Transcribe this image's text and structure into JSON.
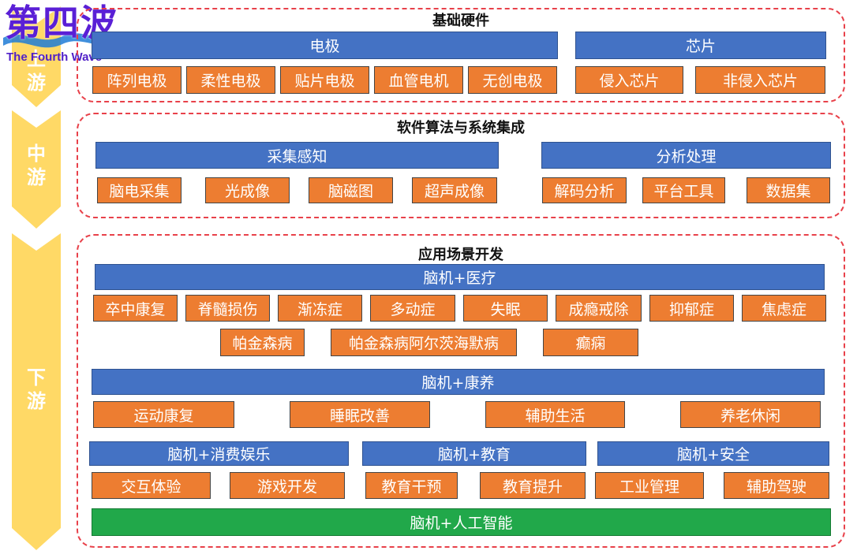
{
  "logo": {
    "cn": "第四波",
    "en": "The Fourth Wave",
    "brand_color": "#5a1fd6"
  },
  "colors": {
    "blue": "#4472c4",
    "orange": "#ed7d31",
    "green": "#21a84a",
    "stage": "#ffd966",
    "dash": "#e8414a"
  },
  "stages": [
    {
      "label": "上游"
    },
    {
      "label": "中游"
    },
    {
      "label": "下游"
    }
  ],
  "upstream": {
    "title": "基础硬件",
    "groups": [
      {
        "label": "电极",
        "items": [
          "阵列电极",
          "柔性电极",
          "贴片电极",
          "血管电机",
          "无创电极"
        ]
      },
      {
        "label": "芯片",
        "items": [
          "侵入芯片",
          "非侵入芯片"
        ]
      }
    ]
  },
  "midstream": {
    "title": "软件算法与系统集成",
    "groups": [
      {
        "label": "采集感知",
        "items": [
          "脑电采集",
          "光成像",
          "脑磁图",
          "超声成像"
        ]
      },
      {
        "label": "分析处理",
        "items": [
          "解码分析",
          "平台工具",
          "数据集"
        ]
      }
    ]
  },
  "downstream": {
    "title": "应用场景开发",
    "medical": {
      "label": "脑机+医疗",
      "row1": [
        "卒中康复",
        "脊髓损伤",
        "渐冻症",
        "多动症",
        "失眠",
        "成瘾戒除",
        "抑郁症",
        "焦虑症"
      ],
      "row2": [
        "帕金森病",
        "帕金森病阿尔茨海默病",
        "癫痫"
      ]
    },
    "wellness": {
      "label": "脑机+康养",
      "items": [
        "运动康复",
        "睡眠改善",
        "辅助生活",
        "养老休闲"
      ]
    },
    "entertainment": {
      "label": "脑机+消费娱乐",
      "items": [
        "交互体验",
        "游戏开发"
      ]
    },
    "education": {
      "label": "脑机+教育",
      "items": [
        "教育干预",
        "教育提升"
      ]
    },
    "safety": {
      "label": "脑机+安全",
      "items": [
        "工业管理",
        "辅助驾驶"
      ]
    },
    "ai": {
      "label": "脑机+人工智能"
    }
  }
}
